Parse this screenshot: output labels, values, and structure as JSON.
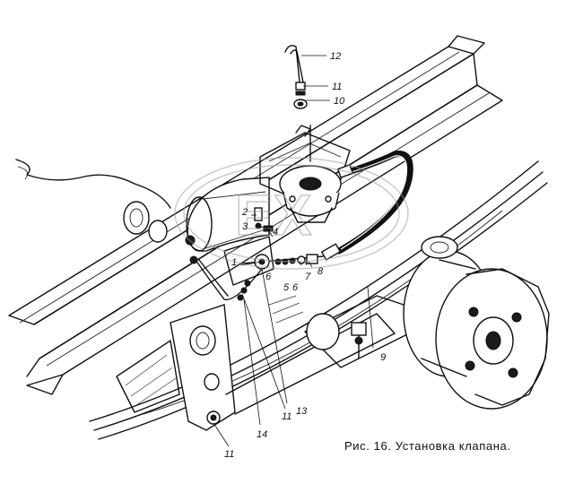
{
  "caption": "Рис. 16. Установка клапана.",
  "watermark": "ЕХ",
  "callouts": [
    {
      "id": "c12a",
      "text": "12"
    },
    {
      "id": "c11a",
      "text": "11"
    },
    {
      "id": "c10",
      "text": "10"
    },
    {
      "id": "c2",
      "text": "2"
    },
    {
      "id": "c3",
      "text": "3"
    },
    {
      "id": "c4",
      "text": "4"
    },
    {
      "id": "c1",
      "text": "1"
    },
    {
      "id": "c6a",
      "text": "6"
    },
    {
      "id": "c5",
      "text": "5"
    },
    {
      "id": "c6b",
      "text": "6"
    },
    {
      "id": "c7",
      "text": "7"
    },
    {
      "id": "c8",
      "text": "8"
    },
    {
      "id": "c9",
      "text": "9"
    },
    {
      "id": "c13",
      "text": "13"
    },
    {
      "id": "c11b",
      "text": "11"
    },
    {
      "id": "c14",
      "text": "14"
    },
    {
      "id": "c11c",
      "text": "11"
    }
  ]
}
